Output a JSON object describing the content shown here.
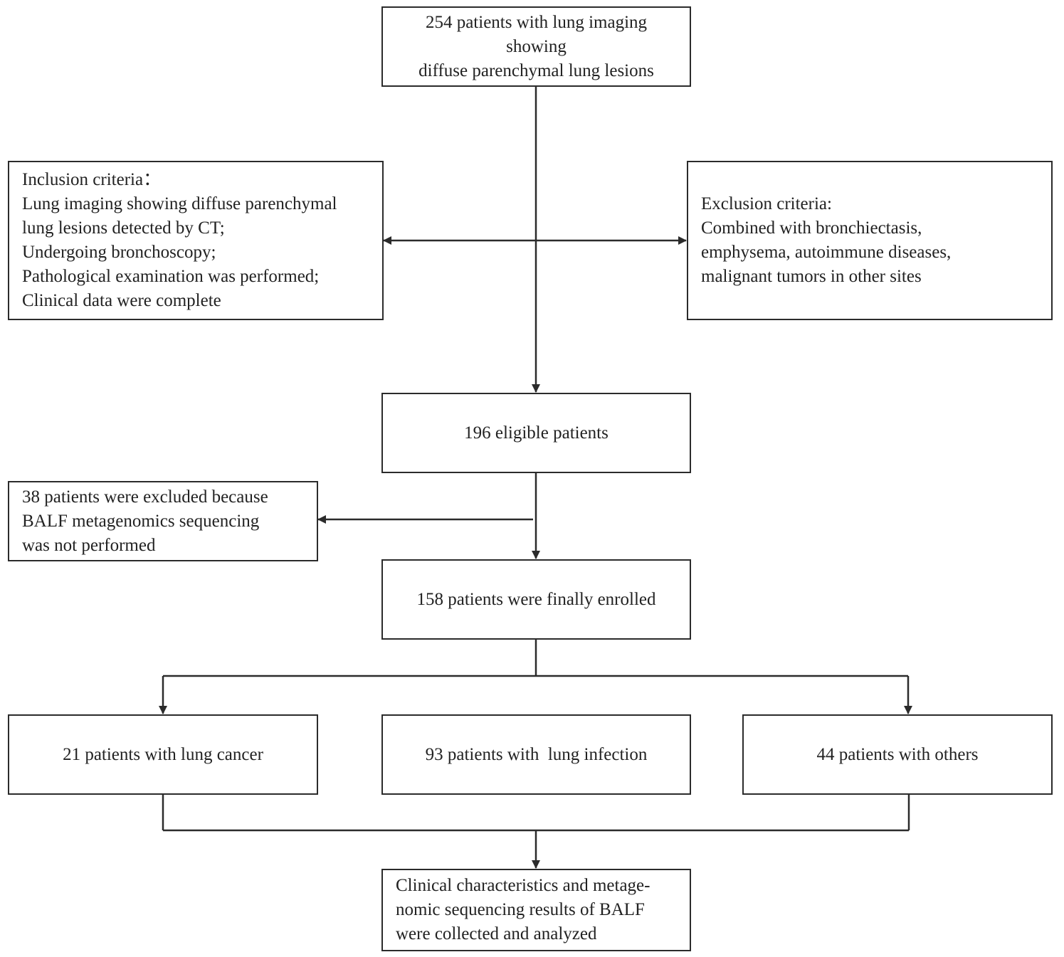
{
  "boxes": {
    "start": {
      "lines": [
        "254 patients with lung imaging",
        "showing",
        "diffuse parenchymal lung lesions"
      ]
    },
    "inclusion": {
      "lines": [
        "Inclusion criteria：",
        "Lung imaging showing diffuse parenchymal",
        "lung lesions detected by CT;",
        "Undergoing bronchoscopy;",
        "Pathological examination was performed;",
        "Clinical data were complete"
      ]
    },
    "exclusion": {
      "lines": [
        "Exclusion criteria:",
        "Combined with bronchiectasis,",
        "emphysema, autoimmune diseases,",
        "malignant tumors in other sites"
      ]
    },
    "eligible": {
      "lines": [
        "196 eligible patients"
      ]
    },
    "excluded": {
      "lines": [
        "38 patients were excluded because",
        "BALF metagenomics sequencing",
        "was not performed"
      ]
    },
    "enrolled": {
      "lines": [
        "158 patients were finally enrolled"
      ]
    },
    "cancer": {
      "lines": [
        "21 patients with lung cancer"
      ]
    },
    "infection": {
      "lines": [
        "93 patients with  lung infection"
      ]
    },
    "others": {
      "lines": [
        "44 patients with others"
      ]
    },
    "final": {
      "lines": [
        "Clinical characteristics and metage-",
        "nomic sequencing results of BALF",
        "were collected and analyzed"
      ]
    }
  }
}
